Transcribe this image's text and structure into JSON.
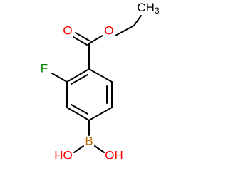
{
  "molecule": {
    "atoms": {
      "carbonyl_oxygen": "O",
      "ester_oxygen": "O",
      "methyl": "CH",
      "methyl_subscript": "3",
      "fluorine": "F",
      "boron": "B",
      "hydroxyl_left": "HO",
      "hydroxyl_right": "OH"
    },
    "colors": {
      "oxygen": "#ff0000",
      "fluorine": "#008000",
      "boron": "#b36b00",
      "carbon": "#000000"
    }
  }
}
